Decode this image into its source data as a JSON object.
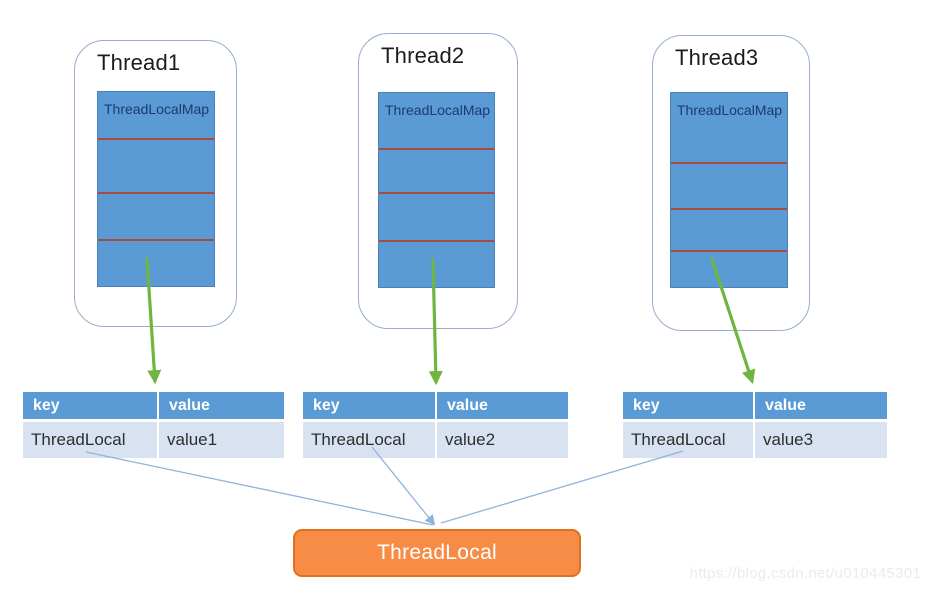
{
  "threads": [
    {
      "title": "Thread1",
      "map_label": "ThreadLocalMap"
    },
    {
      "title": "Thread2",
      "map_label": "ThreadLocalMap"
    },
    {
      "title": "Thread3",
      "map_label": "ThreadLocalMap"
    }
  ],
  "tables": [
    {
      "headers": [
        "key",
        "value"
      ],
      "rows": [
        [
          "ThreadLocal",
          "value1"
        ]
      ]
    },
    {
      "headers": [
        "key",
        "value"
      ],
      "rows": [
        [
          "ThreadLocal",
          "value2"
        ]
      ]
    },
    {
      "headers": [
        "key",
        "value"
      ],
      "rows": [
        [
          "ThreadLocal",
          "value3"
        ]
      ]
    }
  ],
  "shared_object": {
    "label": "ThreadLocal"
  },
  "watermark": "https://blog.csdn.net/u010445301",
  "colors": {
    "thread_box_blue": "#5B9BD5",
    "map_divider_red": "#A94A45",
    "map_label_navy": "#1C3A6E",
    "table_header_blue": "#5B9BD5",
    "table_row_bg": "#D9E2F1",
    "arrow_green": "#6FB53F",
    "link_blue": "#8FB4DC",
    "shared_box_orange": "#F78C46",
    "shared_box_border": "#E0711F",
    "card_border": "#97AECB",
    "watermark_gray": "#EBEBEB"
  }
}
